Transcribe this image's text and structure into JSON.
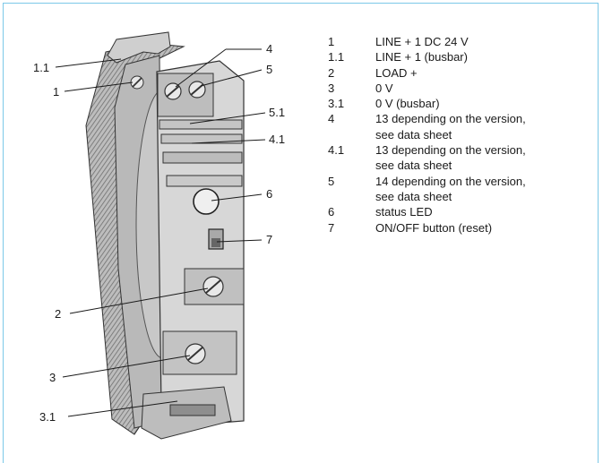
{
  "colors": {
    "frame": "#7cc8e8",
    "body": "#d7d7d7",
    "body_dark": "#a9a9a9",
    "line": "#1a1a1a"
  },
  "callouts": {
    "c_1_1": "1.1",
    "c_1": "1",
    "c_2": "2",
    "c_3": "3",
    "c_3_1": "3.1",
    "c_4": "4",
    "c_5": "5",
    "c_5_1": "5.1",
    "c_4_1": "4.1",
    "c_6": "6",
    "c_7": "7"
  },
  "legend": [
    {
      "num": "1",
      "lines": [
        "LINE + 1 DC 24 V"
      ]
    },
    {
      "num": "1.1",
      "lines": [
        "LINE + 1 (busbar)"
      ]
    },
    {
      "num": "2",
      "lines": [
        "LOAD +"
      ]
    },
    {
      "num": "3",
      "lines": [
        "0 V"
      ]
    },
    {
      "num": "3.1",
      "lines": [
        "0 V (busbar)"
      ]
    },
    {
      "num": "4",
      "lines": [
        "13 depending on the version,",
        "see data sheet"
      ]
    },
    {
      "num": "4.1",
      "lines": [
        "13 depending on the version,",
        "see data sheet"
      ]
    },
    {
      "num": "5",
      "lines": [
        "14 depending on the version,",
        "see data sheet"
      ]
    },
    {
      "num": "6",
      "lines": [
        "status LED"
      ]
    },
    {
      "num": "7",
      "lines": [
        "ON/OFF button (reset)"
      ]
    }
  ]
}
